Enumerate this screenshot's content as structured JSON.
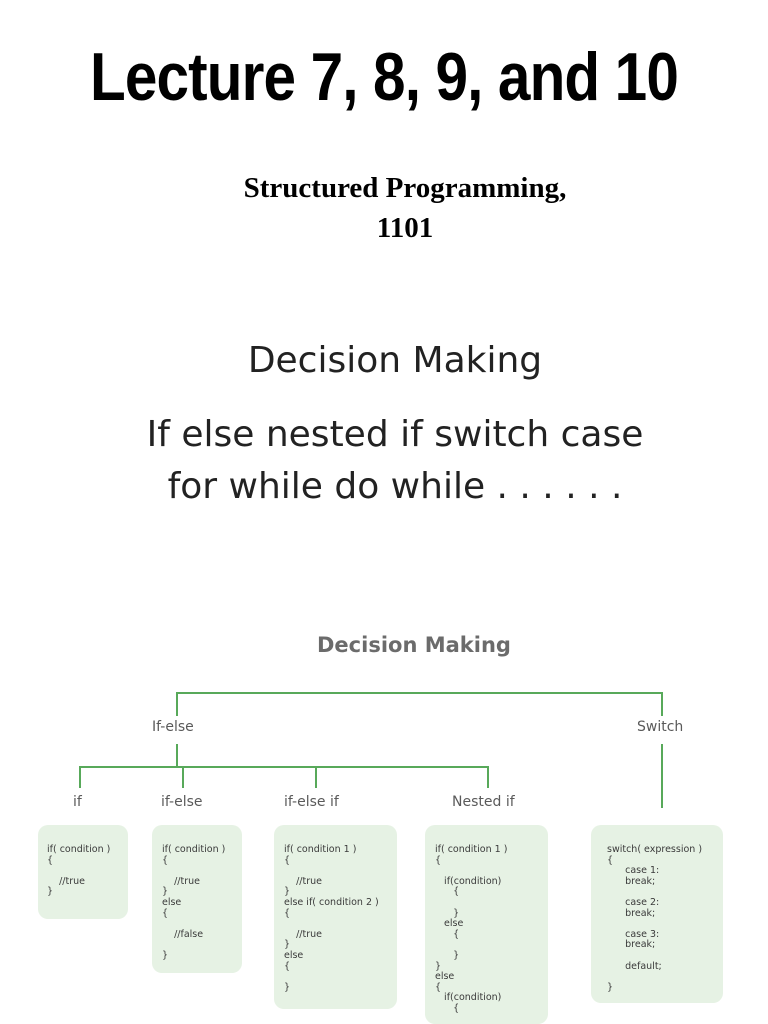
{
  "header": {
    "title": "Lecture 7, 8, 9, and 10",
    "course_line1": "Structured Programming,",
    "course_line2": "1101"
  },
  "topic": {
    "heading": "Decision Making",
    "line1": "If else nested if switch case",
    "line2": "for while do while  . . . . . ."
  },
  "diagram": {
    "title": "Decision Making",
    "branch_ifelse": "If-else",
    "branch_switch": "Switch",
    "leaf_if": "if",
    "leaf_ifelse": "if-else",
    "leaf_ifelseif": "if-else if",
    "leaf_nested": "Nested if",
    "code_if": "if( condition )\n{\n\n    //true\n}",
    "code_ifelse": "if( condition )\n{\n\n    //true\n}\nelse\n{\n\n    //false\n\n}",
    "code_ifelseif": "if( condition 1 )\n{\n\n    //true\n}\nelse if( condition 2 )\n{\n\n    //true\n}\nelse\n{\n\n}",
    "code_nested": "if( condition 1 )\n{\n\n   if(condition)\n      {\n\n      }\n   else\n      {\n\n      }\n}\nelse\n{\n   if(condition)\n      {",
    "code_switch": "switch( expression )\n{\n      case 1:\n      break;\n\n      case 2:\n      break;\n\n      case 3:\n      break;\n\n      default;\n\n}",
    "line_color": "#58a95a",
    "box_color": "#e6f2e4"
  }
}
